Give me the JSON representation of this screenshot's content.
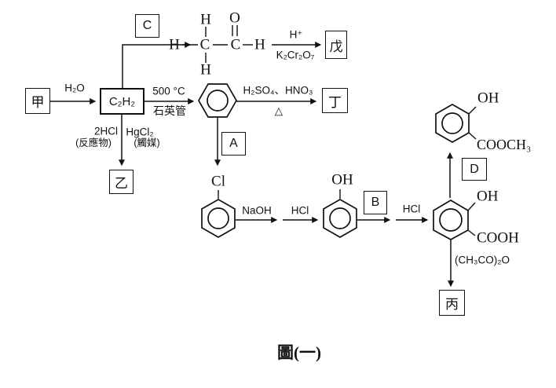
{
  "caption": "圖(一)",
  "nodes": {
    "jia": "甲",
    "c2h2": "C₂H₂",
    "yi": "乙",
    "bing": "丙",
    "ding": "丁",
    "wu": "戊",
    "label_a": "A",
    "label_b": "B",
    "label_c": "C",
    "label_d": "D"
  },
  "reagents": {
    "h2o": "H₂O",
    "temp_500c": "500 °C",
    "quartz_tube": "石英管",
    "hcl_2x": "2HCl",
    "hgcl2": "HgCl₂",
    "reactant_note": "(反應物)",
    "catalyst_note": "(觸媒)",
    "h2so4_hno3": "H₂SO₄、HNO₃",
    "delta": "△",
    "h_plus": "H⁺",
    "k2cr2o7": "K₂Cr₂O₇",
    "naoh": "NaOH",
    "hcl_1": "HCl",
    "hcl_2": "HCl",
    "acetic_anhydride": "(CH₃CO)₂O"
  },
  "atoms": {
    "h": "H",
    "c": "C",
    "o": "O",
    "cl": "Cl",
    "oh": "OH",
    "cooh": "COOH",
    "cooch3": "COOCH₃"
  }
}
